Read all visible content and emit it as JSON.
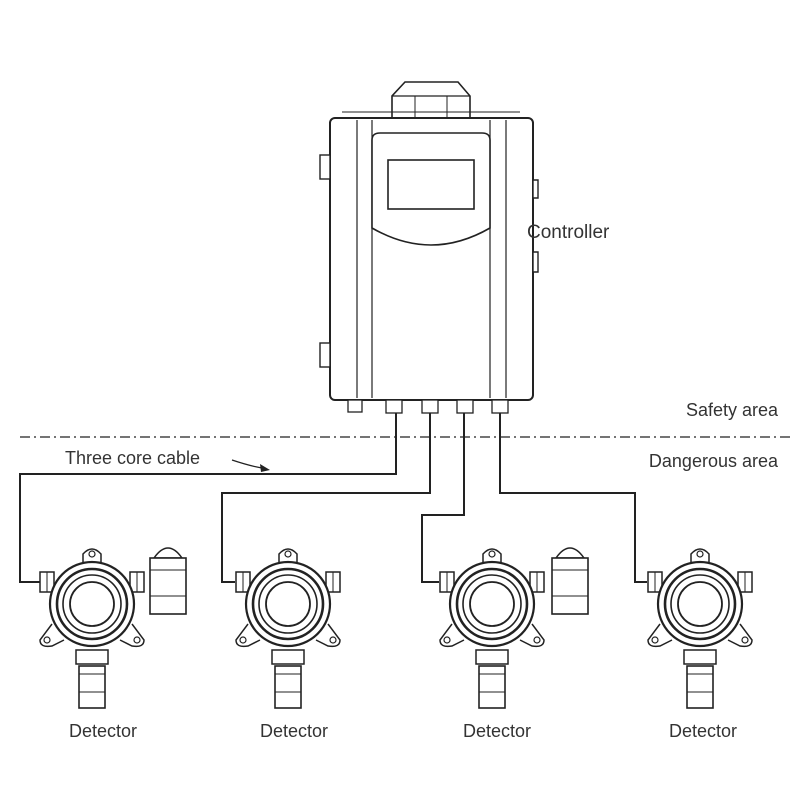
{
  "labels": {
    "controller": "Controller",
    "safety_area": "Safety area",
    "dangerous_area": "Dangerous area",
    "cable": "Three core cable",
    "detectors": [
      "Detector",
      "Detector",
      "Detector",
      "Detector"
    ]
  },
  "detectors": [
    {
      "has_alarm_lamp": true
    },
    {
      "has_alarm_lamp": false
    },
    {
      "has_alarm_lamp": true
    },
    {
      "has_alarm_lamp": false
    }
  ]
}
